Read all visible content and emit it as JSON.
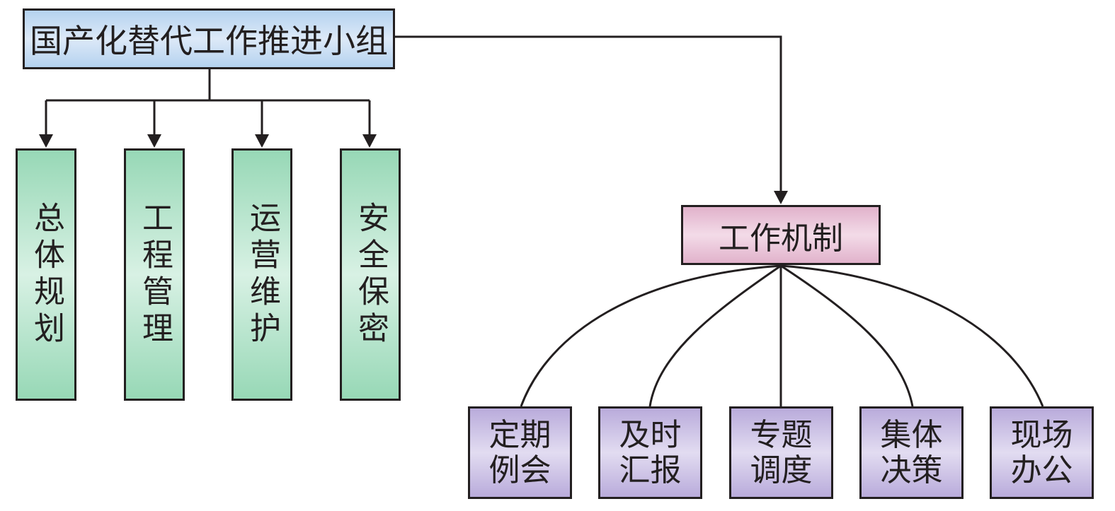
{
  "root": {
    "label": "国产化替代工作推进小组",
    "color": "#b4d2ef"
  },
  "departments": {
    "color": "#97d8b6",
    "items": [
      {
        "label": "总体规划"
      },
      {
        "label": "工程管理"
      },
      {
        "label": "运营维护"
      },
      {
        "label": "安全保密"
      }
    ]
  },
  "mechanism": {
    "label": "工作机制",
    "color": "#e1b2cb",
    "items": [
      {
        "line1": "定期",
        "line2": "例会"
      },
      {
        "line1": "及时",
        "line2": "汇报"
      },
      {
        "line1": "专题",
        "line2": "调度"
      },
      {
        "line1": "集体",
        "line2": "决策"
      },
      {
        "line1": "现场",
        "line2": "办公"
      }
    ],
    "item_color": "#b9abdb"
  },
  "edges": [
    {
      "from": "root",
      "to": "总体规划",
      "style": "arrow"
    },
    {
      "from": "root",
      "to": "工程管理",
      "style": "arrow"
    },
    {
      "from": "root",
      "to": "运营维护",
      "style": "arrow"
    },
    {
      "from": "root",
      "to": "安全保密",
      "style": "arrow"
    },
    {
      "from": "root",
      "to": "工作机制",
      "style": "arrow"
    },
    {
      "from": "工作机制",
      "to": "定期例会",
      "style": "curve"
    },
    {
      "from": "工作机制",
      "to": "及时汇报",
      "style": "curve"
    },
    {
      "from": "工作机制",
      "to": "专题调度",
      "style": "line"
    },
    {
      "from": "工作机制",
      "to": "集体决策",
      "style": "curve"
    },
    {
      "from": "工作机制",
      "to": "现场办公",
      "style": "curve"
    }
  ]
}
